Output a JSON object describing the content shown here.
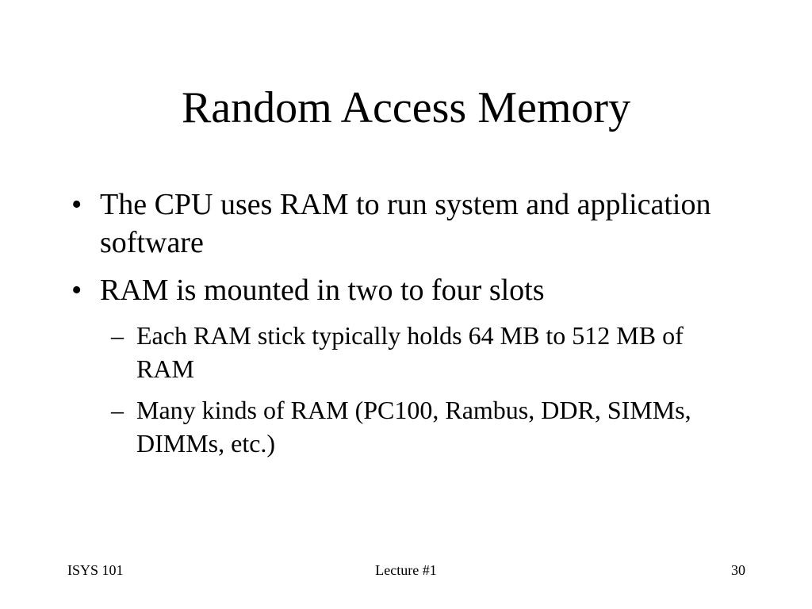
{
  "slide": {
    "title": "Random Access Memory",
    "bullets": [
      {
        "symbol": "•",
        "text": "The CPU uses RAM to run system and application software"
      },
      {
        "symbol": "•",
        "text": "RAM is mounted in two to four slots",
        "sub": [
          {
            "symbol": "–",
            "text": "Each RAM stick typically holds 64 MB to 512 MB of RAM"
          },
          {
            "symbol": "–",
            "text": "Many kinds of RAM (PC100, Rambus, DDR, SIMMs, DIMMs, etc.)"
          }
        ]
      }
    ]
  },
  "footer": {
    "left": "ISYS 101",
    "center": "Lecture #1",
    "right": "30"
  }
}
